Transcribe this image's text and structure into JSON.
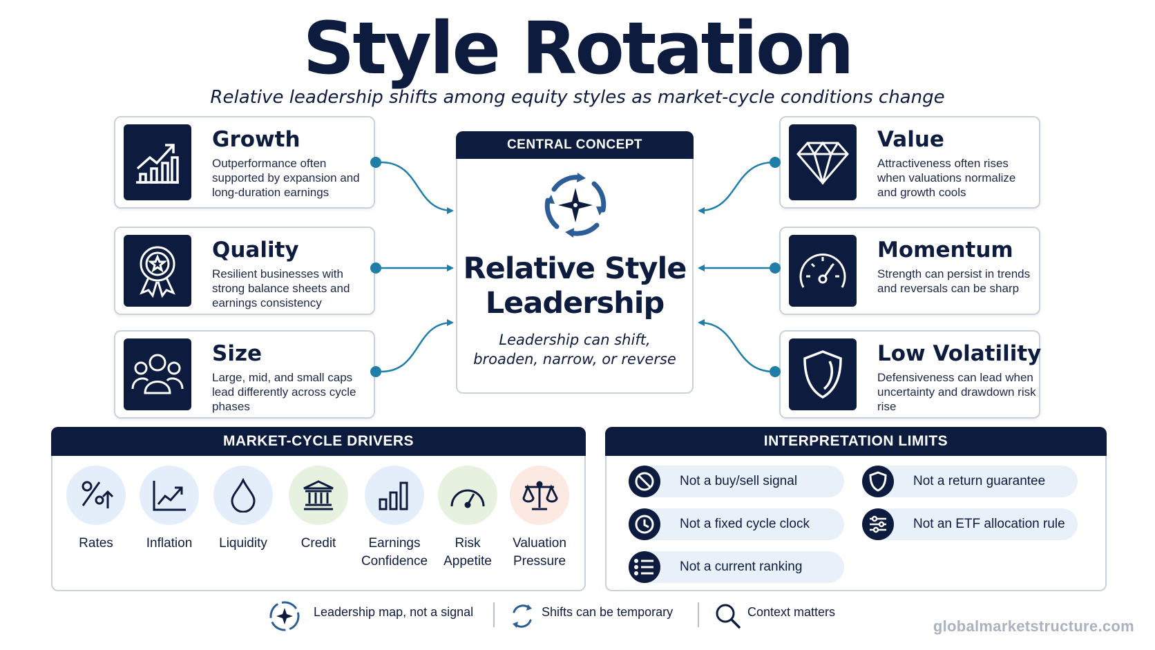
{
  "title": "Style Rotation",
  "subtitle": "Relative leadership shifts among equity styles as market-cycle conditions change",
  "center": {
    "header": "CENTRAL CONCEPT",
    "title_line1": "Relative Style",
    "title_line2": "Leadership",
    "sub_line1": "Leadership can shift,",
    "sub_line2": "broaden, narrow, or reverse",
    "icon": "compass-cycle-icon"
  },
  "styles_left": [
    {
      "title": "Growth",
      "desc": "Outperformance often supported by expansion and long-duration earnings",
      "icon": "growth-chart-icon"
    },
    {
      "title": "Quality",
      "desc": "Resilient businesses with strong balance sheets and earnings consistency",
      "icon": "award-ribbon-icon"
    },
    {
      "title": "Size",
      "desc": "Large, mid, and small caps lead differently across cycle phases",
      "icon": "people-group-icon"
    }
  ],
  "styles_right": [
    {
      "title": "Value",
      "desc": "Attractiveness often rises when valuations normalize and growth cools",
      "icon": "diamond-icon"
    },
    {
      "title": "Momentum",
      "desc": "Strength can persist in trends and reversals can be sharp",
      "icon": "speedometer-icon"
    },
    {
      "title": "Low Volatility",
      "desc": "Defensiveness can lead when uncertainty and drawdown risk rise",
      "icon": "shield-icon"
    }
  ],
  "drivers": {
    "header": "MARKET-CYCLE DRIVERS",
    "items": [
      {
        "label": "Rates",
        "icon": "percent-arrow-icon",
        "bg": "#e3eefa"
      },
      {
        "label": "Inflation",
        "icon": "rising-chart-icon",
        "bg": "#e3eefa"
      },
      {
        "label": "Liquidity",
        "icon": "droplet-icon",
        "bg": "#e3eefa"
      },
      {
        "label": "Credit",
        "icon": "bank-icon",
        "bg": "#e6f2df"
      },
      {
        "label": "Earnings Confidence",
        "icon": "bar-chart-icon",
        "bg": "#e3eefa"
      },
      {
        "label": "Risk Appetite",
        "icon": "gauge-icon",
        "bg": "#e6f2df"
      },
      {
        "label": "Valuation Pressure",
        "icon": "scale-icon",
        "bg": "#fbe9e2"
      }
    ]
  },
  "limits": {
    "header": "INTERPRETATION LIMITS",
    "items": [
      {
        "label": "Not a buy/sell signal",
        "icon": "prohibited-icon"
      },
      {
        "label": "Not a return guarantee",
        "icon": "shield-icon"
      },
      {
        "label": "Not a fixed cycle clock",
        "icon": "clock-icon"
      },
      {
        "label": "Not an ETF allocation rule",
        "icon": "sliders-icon"
      },
      {
        "label": "Not a current ranking",
        "icon": "list-icon"
      }
    ]
  },
  "footer": {
    "items": [
      {
        "label": "Leadership map, not a signal",
        "icon": "compass-icon"
      },
      {
        "label": "Shifts can be temporary",
        "icon": "cycle-arrows-icon"
      },
      {
        "label": "Context matters",
        "icon": "magnifier-icon"
      }
    ],
    "site": "globalmarketstructure.com"
  },
  "colors": {
    "navy": "#0d1b3e",
    "accent": "#1f7ea8",
    "border": "#c9d1dc",
    "pill": "#e8f0fa"
  }
}
